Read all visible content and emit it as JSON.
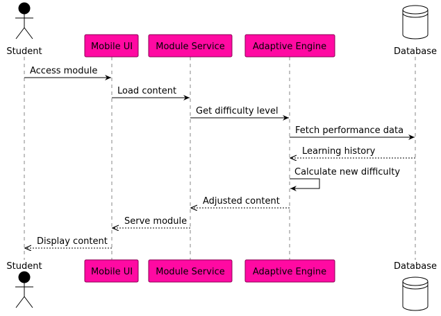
{
  "diagram": {
    "type": "sequence",
    "colors": {
      "participant_fill": "#ff0aa2",
      "participant_stroke": "#8a0052",
      "line": "#000000",
      "lifeline": "#666666",
      "database_fill": "#ffffff"
    },
    "participants": [
      {
        "id": "student",
        "label": "Student",
        "kind": "actor"
      },
      {
        "id": "mobile",
        "label": "Mobile UI",
        "kind": "box"
      },
      {
        "id": "module",
        "label": "Module Service",
        "kind": "box"
      },
      {
        "id": "adaptive",
        "label": "Adaptive Engine",
        "kind": "box"
      },
      {
        "id": "database",
        "label": "Database",
        "kind": "database"
      }
    ],
    "messages": [
      {
        "from": "student",
        "to": "mobile",
        "label": "Access module",
        "style": "solid"
      },
      {
        "from": "mobile",
        "to": "module",
        "label": "Load content",
        "style": "solid"
      },
      {
        "from": "module",
        "to": "adaptive",
        "label": "Get difficulty level",
        "style": "solid"
      },
      {
        "from": "adaptive",
        "to": "database",
        "label": "Fetch performance data",
        "style": "solid"
      },
      {
        "from": "database",
        "to": "adaptive",
        "label": "Learning history",
        "style": "dashed"
      },
      {
        "from": "adaptive",
        "to": "adaptive",
        "label": "Calculate new difficulty",
        "style": "self"
      },
      {
        "from": "adaptive",
        "to": "module",
        "label": "Adjusted content",
        "style": "dashed"
      },
      {
        "from": "module",
        "to": "mobile",
        "label": "Serve module",
        "style": "dashed"
      },
      {
        "from": "mobile",
        "to": "student",
        "label": "Display content",
        "style": "dashed"
      }
    ]
  }
}
